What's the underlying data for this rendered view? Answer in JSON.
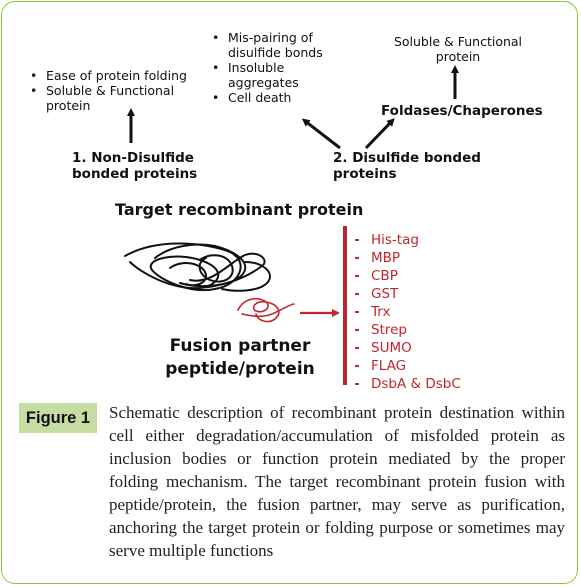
{
  "left_branch": {
    "bullets": [
      "Ease of protein folding",
      "Soluble & Functional protein"
    ],
    "label": "1. Non-Disulfide bonded proteins"
  },
  "middle_outcome": {
    "bullets": [
      "Mis-pairing of disulfide bonds",
      "Insoluble aggregates",
      "Cell death"
    ]
  },
  "right_branch": {
    "outcome": "Soluble & Functional protein",
    "helper": "Foldases/Chaperones",
    "label": "2. Disulfide bonded proteins"
  },
  "target_title": "Target recombinant protein",
  "fusion_title": "Fusion partner peptide/protein",
  "fusion_tags": [
    "His-tag",
    "MBP",
    "CBP",
    "GST",
    "Trx",
    "Strep",
    "SUMO",
    "FLAG",
    "DsbA & DsbC"
  ],
  "figure": {
    "label": "Figure 1",
    "caption": "Schematic description of recombinant protein destination within cell either degradation/accumulation of misfolded protein as inclusion bodies or function protein mediated by the proper folding mechanism. The target recombinant protein fusion with peptide/protein, the fusion partner, may serve as purification, anchoring the target protein or folding purpose or sometimes may serve multiple functions"
  },
  "colors": {
    "border": "#8cc63f",
    "label_bg": "#c5dda2",
    "tag_red": "#c0272d"
  }
}
